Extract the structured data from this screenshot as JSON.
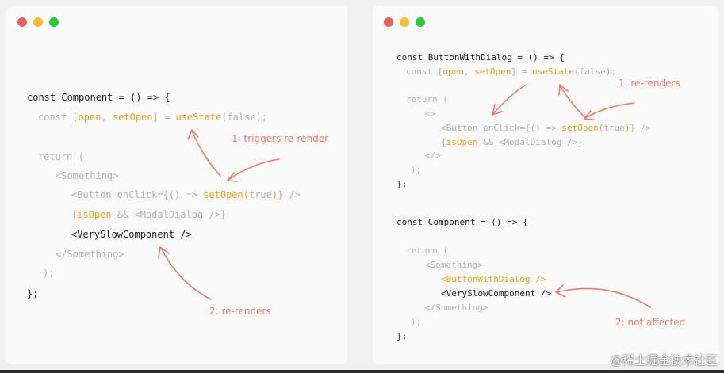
{
  "colors": {
    "dark_text": "#1d1d1d",
    "dim_text": "#b3b3b3",
    "highlight": "#f59e1b",
    "annotation": "#f0796b",
    "dot_red": "#ee5f57",
    "dot_yellow": "#f5bf2e",
    "dot_green": "#2bc840"
  },
  "window_controls": [
    "close-dot",
    "minimize-dot",
    "maximize-dot"
  ],
  "left": {
    "lines": [
      [
        {
          "t": "const Component = () => {",
          "c": "dark"
        }
      ],
      [
        {
          "t": "const [",
          "c": "dim"
        },
        {
          "t": "open",
          "c": "orange"
        },
        {
          "t": ", ",
          "c": "dim"
        },
        {
          "t": "setOpen",
          "c": "orange"
        },
        {
          "t": "] = ",
          "c": "dim"
        },
        {
          "t": "useState",
          "c": "orange"
        },
        {
          "t": "(false);",
          "c": "dim"
        }
      ],
      [
        {
          "t": "return (",
          "c": "dim"
        }
      ],
      [
        {
          "t": "<Something>",
          "c": "dim"
        }
      ],
      [
        {
          "t": "<Button onClick={() => ",
          "c": "dim"
        },
        {
          "t": "setOpen(",
          "c": "orange"
        },
        {
          "t": "true",
          "c": "dim"
        },
        {
          "t": ")",
          "c": "orange"
        },
        {
          "t": "} />",
          "c": "dim"
        }
      ],
      [
        {
          "t": "{",
          "c": "dim"
        },
        {
          "t": "isOpen",
          "c": "orange"
        },
        {
          "t": " && <ModalDialog />}",
          "c": "dim"
        }
      ],
      [
        {
          "t": "<VerySlowComponent />",
          "c": "dark"
        }
      ],
      [
        {
          "t": "</Something>",
          "c": "dim"
        }
      ],
      [
        {
          "t": ");",
          "c": "dim"
        }
      ],
      [
        {
          "t": "};",
          "c": "dark"
        }
      ]
    ],
    "notes": [
      "1: triggers re-render",
      "2: re-renders"
    ]
  },
  "right": {
    "lines": [
      [
        {
          "t": "const ButtonWithDialog = () => {",
          "c": "dark"
        }
      ],
      [
        {
          "t": "const [",
          "c": "dim"
        },
        {
          "t": "open",
          "c": "orange"
        },
        {
          "t": ", ",
          "c": "dim"
        },
        {
          "t": "setOpen",
          "c": "orange"
        },
        {
          "t": "] = ",
          "c": "dim"
        },
        {
          "t": "useState",
          "c": "orange"
        },
        {
          "t": "(false);",
          "c": "dim"
        }
      ],
      [
        {
          "t": "return (",
          "c": "dim"
        }
      ],
      [
        {
          "t": "<>",
          "c": "dim"
        }
      ],
      [
        {
          "t": "<Button onClick={() => ",
          "c": "dim"
        },
        {
          "t": "setOpen(",
          "c": "orange"
        },
        {
          "t": "true",
          "c": "dim"
        },
        {
          "t": ")",
          "c": "orange"
        },
        {
          "t": "} />",
          "c": "dim"
        }
      ],
      [
        {
          "t": "{",
          "c": "dim"
        },
        {
          "t": "isOpen",
          "c": "orange"
        },
        {
          "t": " && <ModalDialog />}",
          "c": "dim"
        }
      ],
      [
        {
          "t": "</>",
          "c": "dim"
        }
      ],
      [
        {
          "t": ");",
          "c": "dim"
        }
      ],
      [
        {
          "t": "};",
          "c": "dark"
        }
      ],
      [
        {
          "t": "const Component = () => {",
          "c": "dark"
        }
      ],
      [
        {
          "t": "return (",
          "c": "dim"
        }
      ],
      [
        {
          "t": "<Something>",
          "c": "dim"
        }
      ],
      [
        {
          "t": "<ButtonWithDialog />",
          "c": "orange"
        }
      ],
      [
        {
          "t": "<VerySlowComponent />",
          "c": "dark"
        }
      ],
      [
        {
          "t": "</Something>",
          "c": "dim"
        }
      ],
      [
        {
          "t": ");",
          "c": "dim"
        }
      ],
      [
        {
          "t": "};",
          "c": "dark"
        }
      ]
    ],
    "notes": [
      "1: re-renders",
      "2: not affected"
    ]
  },
  "watermark": "@稀土掘金技术社区"
}
